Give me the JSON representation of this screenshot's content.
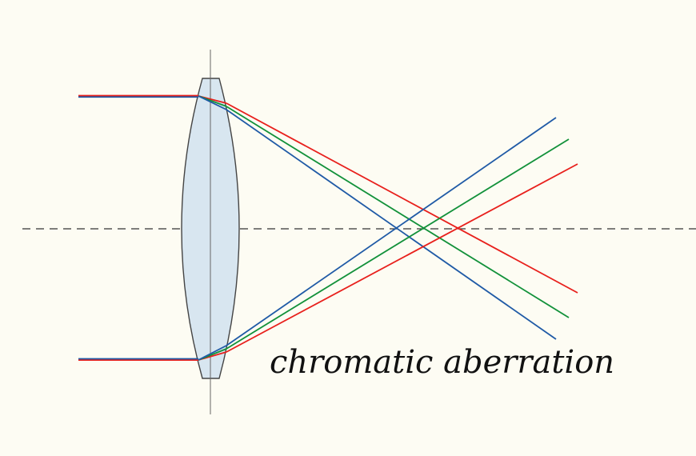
{
  "caption": "chromatic aberration",
  "colors": {
    "background": "#fdfcf3",
    "lens_fill": "#d8e6f0",
    "lens_stroke": "#444444",
    "axis": "#333333",
    "red_ray": "#e8201c",
    "green_ray": "#12913a",
    "blue_ray": "#1f5aa6"
  },
  "rays": [
    {
      "name": "red",
      "color_key": "red_ray",
      "focus": "far"
    },
    {
      "name": "green",
      "color_key": "green_ray",
      "focus": "middle"
    },
    {
      "name": "blue",
      "color_key": "blue_ray",
      "focus": "near"
    }
  ]
}
